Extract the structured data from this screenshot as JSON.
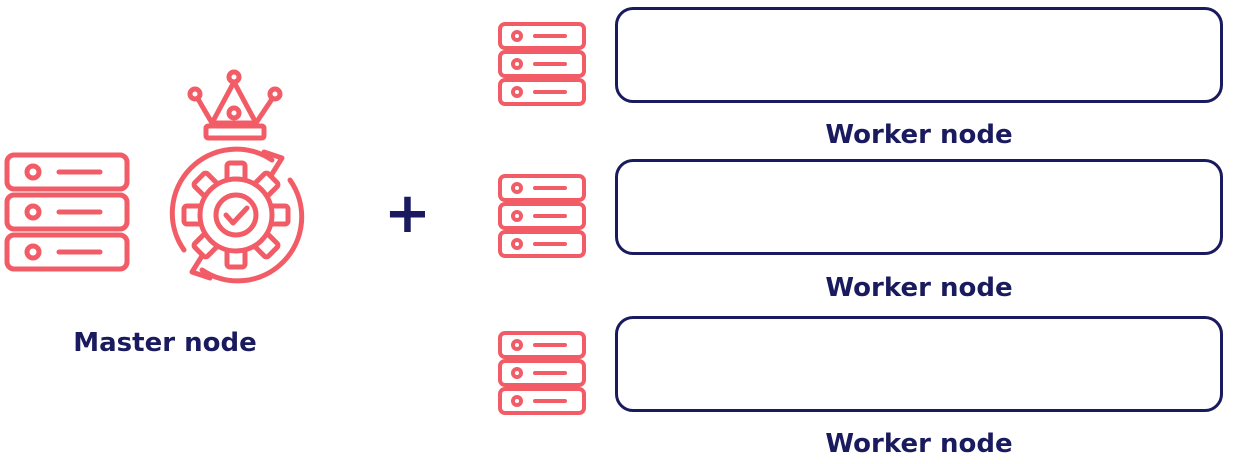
{
  "colors": {
    "accent": "#f25c66",
    "navy": "#1a1a5e"
  },
  "icons": {
    "master_server": "server-icon",
    "master_crown": "crown-icon",
    "master_gear": "gear-check-icon",
    "worker_server": "server-icon"
  },
  "master": {
    "label": "Master node"
  },
  "operator": {
    "symbol": "+"
  },
  "workers": [
    {
      "label": "Worker node"
    },
    {
      "label": "Worker node"
    },
    {
      "label": "Worker node"
    }
  ]
}
